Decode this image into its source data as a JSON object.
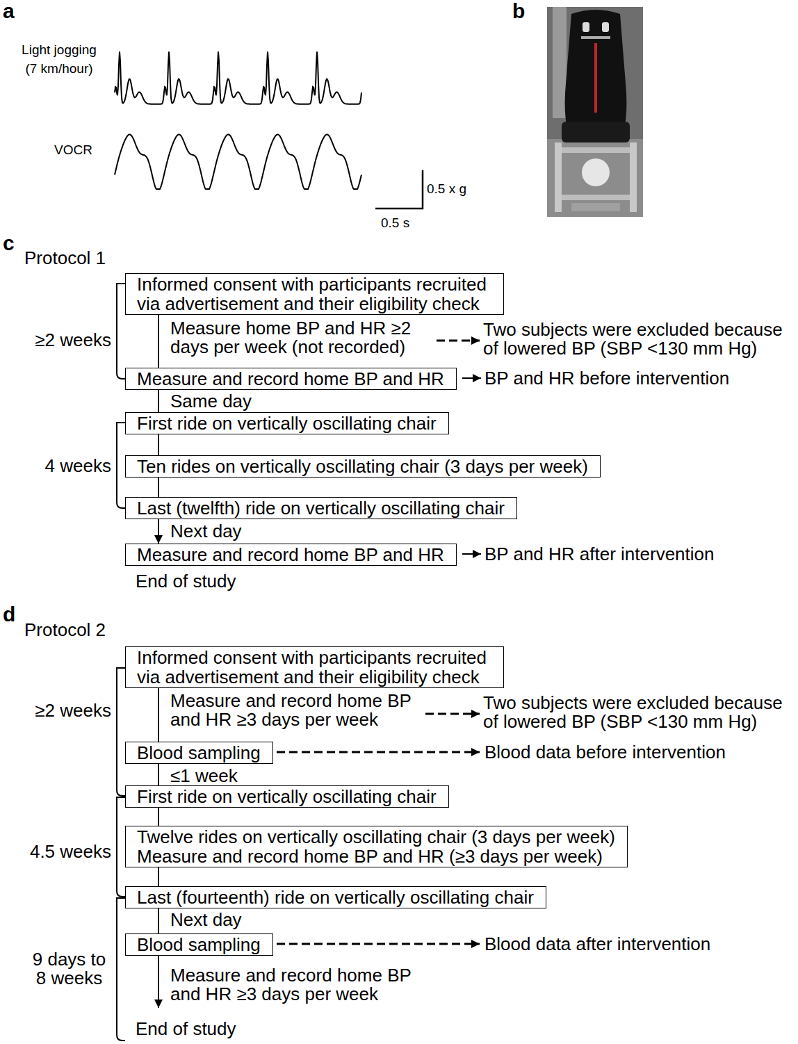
{
  "diagram": {
    "nodes": [
      {
        "text": [
          "Informed consent with participants recruited via advertisement and their eligibility check"
        ]
      },
      {
        "text": [
          "Measure and record home BP and HR"
        ]
      },
      {
        "text": [
          "First ride on vertically oscillating chair"
        ]
      },
      {
        "text": [
          "Ten rides on vertically oscillating chair (3 days per week)"
        ]
      },
      {
        "text": [
          "Last (twelfth) ride on vertically oscillating chair"
        ]
      },
      {
        "text": [
          "Measure and record home BP and HR"
        ]
      },
      {
        "text": [
          "Informed consent with participants recruited via advertisement and their eligibility check"
        ]
      },
      {
        "text": [
          "Blood sampling"
        ]
      },
      {
        "text": [
          "First ride on vertically oscillating chair"
        ]
      },
      {
        "text": [
          "Twelve rides on vertically oscillating chair (3 days per week)",
          "Measure and record home BP and HR (≥3 days per week)"
        ]
      },
      {
        "text": [
          "Last (fourteenth) ride on vertically oscillating chair"
        ]
      },
      {
        "text": [
          "Blood sampling"
        ]
      }
    ],
    "edges": [
      {
        "from": 0,
        "to": 1,
        "arrow": "none"
      },
      {
        "from": 1,
        "to": 2,
        "arrow": "none"
      },
      {
        "from": 2,
        "to": 3,
        "arrow": "none"
      },
      {
        "from": 3,
        "to": 4,
        "arrow": "none"
      },
      {
        "from": 4,
        "to": 5,
        "arrow": "to"
      },
      {
        "from": 6,
        "to": 7,
        "arrow": "none"
      },
      {
        "from": 7,
        "to": 8,
        "arrow": "none"
      },
      {
        "from": 8,
        "to": 9,
        "arrow": "none"
      },
      {
        "from": 9,
        "to": 10,
        "arrow": "none"
      },
      {
        "from": 10,
        "to": 11,
        "arrow": "none"
      }
    ],
    "labels": [
      "a",
      "Light jogging (7 km/hour)",
      "VOCR",
      "0.5 x g",
      "0.5 s",
      "b",
      "c",
      "Protocol 1",
      "≥2 weeks",
      "Measure home BP and HR ≥2 days per week (not recorded)",
      "Two subjects were excluded because of lowered BP (SBP <130 mm Hg)",
      "BP and HR before intervention",
      "Same day",
      "4 weeks",
      "Next day",
      "BP and HR after intervention",
      "End of study",
      "d",
      "Protocol 2",
      "≥2 weeks",
      "Measure and record home BP and HR ≥3 days per week",
      "Two subjects were excluded because of lowered BP (SBP <130 mm Hg)",
      "Blood data before intervention",
      "≤1 week",
      "4.5 weeks",
      "Next day",
      "Blood data after intervention",
      "Measure and record home BP and HR ≥3 days per week",
      "9 days to 8 weeks",
      "End of study"
    ]
  }
}
